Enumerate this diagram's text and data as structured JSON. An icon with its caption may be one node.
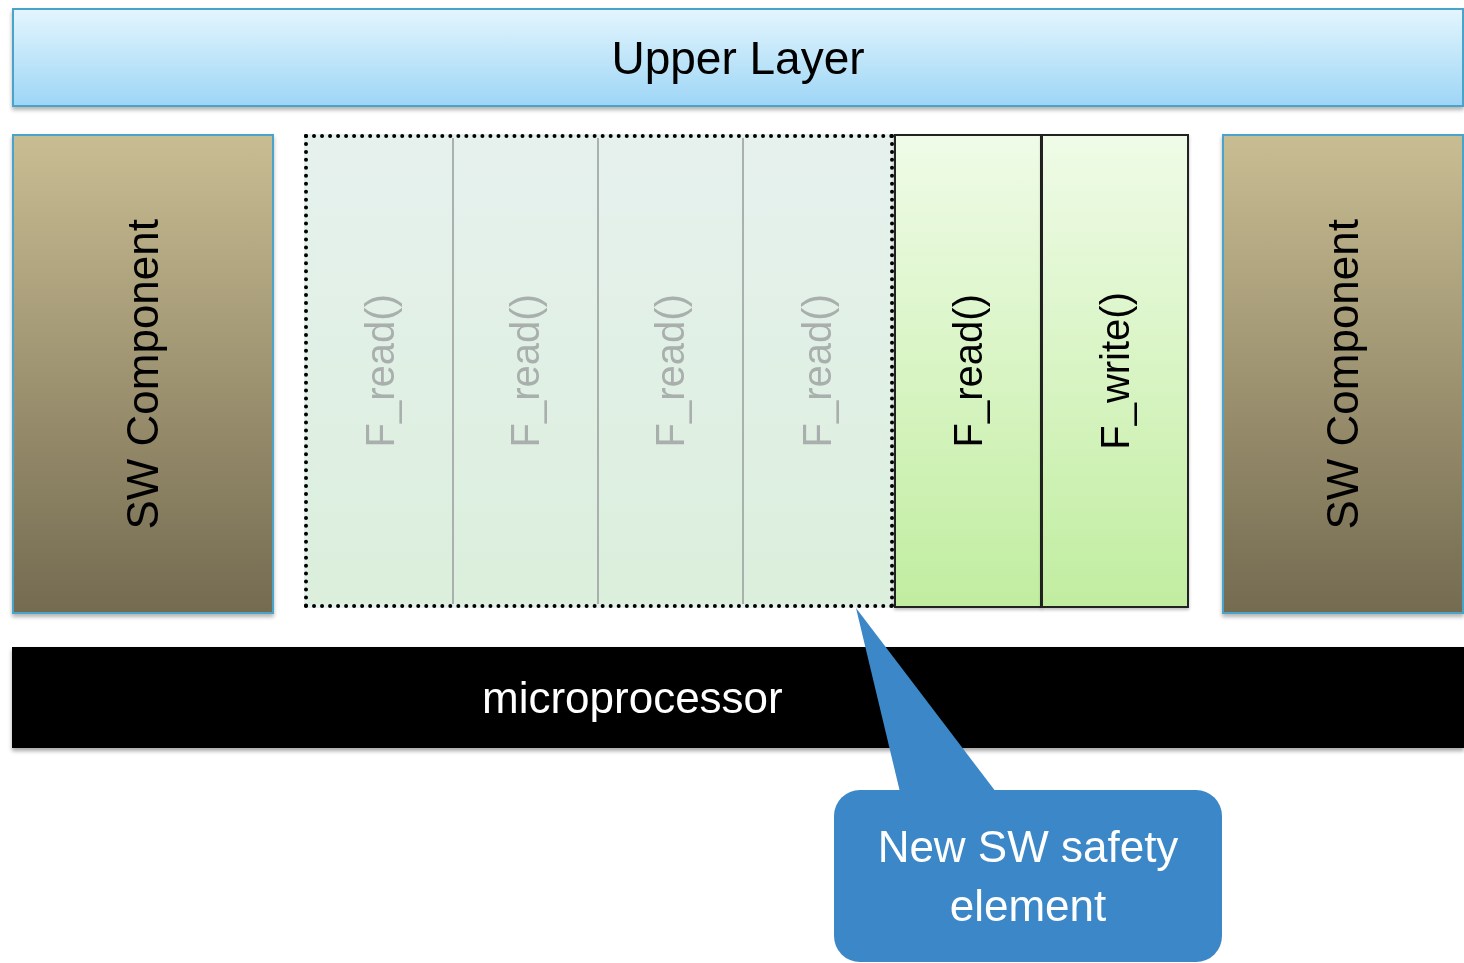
{
  "diagram": {
    "nodes": [
      {
        "text": [
          "Upper Layer"
        ]
      },
      {
        "text": [
          "SW Component"
        ]
      },
      {
        "text": [],
        "shape": "box"
      },
      {
        "text": [
          "F_read()"
        ],
        "in": 2
      },
      {
        "text": [
          "F_read()"
        ],
        "in": 2
      },
      {
        "text": [
          "F_read()"
        ],
        "in": 2
      },
      {
        "text": [
          "F_read()"
        ],
        "in": 2
      },
      {
        "text": [
          "F_read()"
        ]
      },
      {
        "text": [
          "F_write()"
        ]
      },
      {
        "text": [
          "SW Component"
        ]
      },
      {
        "text": [
          "microprocessor"
        ]
      },
      {
        "text": [
          "New SW safety element"
        ]
      }
    ],
    "edges": [
      {
        "from": 11,
        "to": 2,
        "arrow": "to"
      }
    ]
  }
}
